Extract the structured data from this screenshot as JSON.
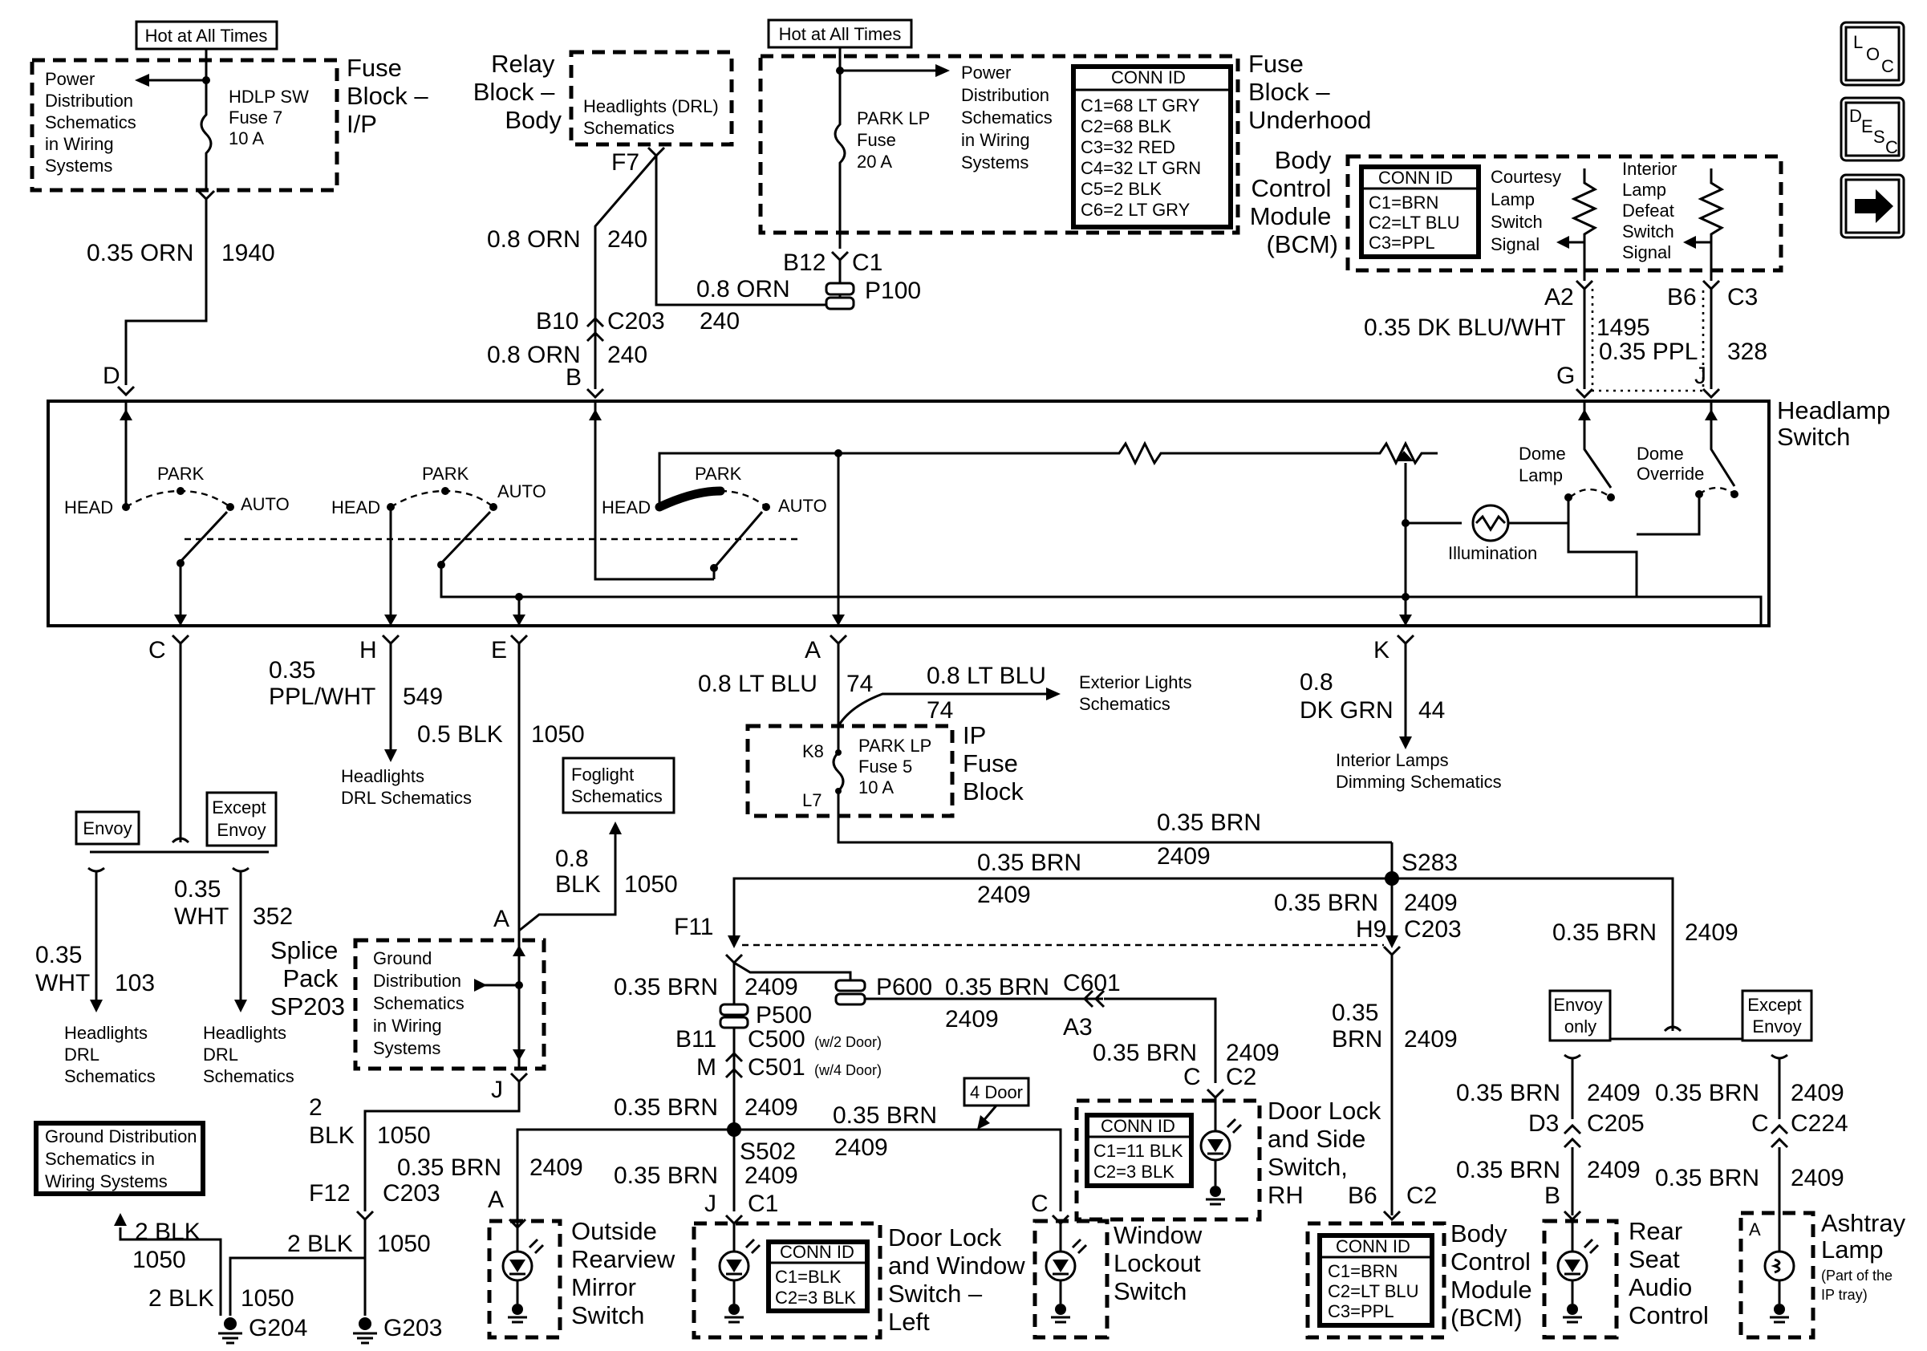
{
  "labels": {
    "hot1": "Hot at All Times",
    "hot2": "Hot at All Times",
    "pds1": [
      "Power",
      "Distribution",
      "Schematics",
      "in Wiring",
      "Systems"
    ],
    "hdlp_fuse": [
      "HDLP SW",
      "Fuse 7",
      "10 A"
    ],
    "fuse_ip": [
      "Fuse",
      "Block –",
      "I/P"
    ],
    "relay_block": [
      "Relay",
      "Block –",
      "Body"
    ],
    "headlights_drl": [
      "Headlights (DRL)",
      "Schematics"
    ],
    "park_fuse": [
      "PARK LP",
      "Fuse",
      "20 A"
    ],
    "pds2": [
      "Power",
      "Distribution",
      "Schematics",
      "in Wiring",
      "Systems"
    ],
    "conn1": [
      "CONN ID",
      "C1=68 LT GRY",
      "C2=68 BLK",
      "C3=32 RED",
      "C4=32 LT GRN",
      "C5=2 BLK",
      "C6=2 LT GRY"
    ],
    "fuse_uh": [
      "Fuse",
      "Block –",
      "Underhood"
    ],
    "bcm_top": [
      "Body",
      "Control",
      "Module",
      "(BCM)"
    ],
    "bcm_conn": [
      "CONN ID",
      "C1=BRN",
      "C2=LT BLU",
      "C3=PPL"
    ],
    "courtesy": [
      "Courtesy",
      "Lamp",
      "Switch",
      "Signal"
    ],
    "interior": [
      "Interior",
      "Lamp",
      "Defeat",
      "Switch",
      "Signal"
    ],
    "headlamp_switch": [
      "Headlamp",
      "Switch"
    ],
    "w1940_gauge": "0.35 ORN",
    "w1940_circuit": "1940",
    "f7": "F7",
    "w240a_gauge": "0.8 ORN",
    "w240a_circuit": "240",
    "b12": "B12",
    "c1_top": "C1",
    "w240b_gauge": "0.8 ORN",
    "w240b_circuit": "240",
    "p100": "P100",
    "b10": "B10",
    "c203_top": "C203",
    "w240c_gauge": "0.8 ORN",
    "w240c_circuit": "240",
    "pin_a2": "A2",
    "pin_b6_top": "B6",
    "pin_c3": "C3",
    "w1495_gauge": "0.35 DK BLU/WHT",
    "w1495_circuit": "1495",
    "w328_gauge": "0.35 PPL",
    "w328_circuit": "328",
    "pin_d": "D",
    "pin_b": "B",
    "pin_g": "G",
    "pin_j": "J",
    "park1": "PARK",
    "head1": "HEAD",
    "auto1": "AUTO",
    "park2": "PARK",
    "head2": "HEAD",
    "auto2": "AUTO",
    "park3": "PARK",
    "head3": "HEAD",
    "auto3": "AUTO",
    "dome_lamp": [
      "Dome",
      "Lamp"
    ],
    "dome_override": [
      "Dome",
      "Override"
    ],
    "illumination": "Illumination",
    "pin_c": "C",
    "pin_h": "H",
    "pin_e": "E",
    "pin_a": "A",
    "pin_k": "K",
    "w549_gauge": [
      "0.35",
      "PPL/WHT"
    ],
    "w549_circuit": "549",
    "drl_sch": [
      "Headlights",
      "DRL Schematics"
    ],
    "w1050a_gauge": "0.5 BLK",
    "w1050a_circuit": "1050",
    "w74a_gauge": "0.8 LT BLU",
    "w74a_circuit": "74",
    "w74b_gauge": "0.8 LT BLU",
    "w74b_circuit": "74",
    "ext_lights": [
      "Exterior Lights",
      "Schematics"
    ],
    "k8": "K8",
    "l7": "L7",
    "park_fuse5": [
      "PARK LP",
      "Fuse 5",
      "10 A"
    ],
    "ip_fuse": [
      "IP",
      "Fuse",
      "Block"
    ],
    "w44_gauge": [
      "0.8",
      "DK GRN"
    ],
    "w44_circuit": "44",
    "int_lamps": [
      "Interior Lamps",
      "Dimming Schematics"
    ],
    "envoy": "Envoy",
    "except_envoy": [
      "Except",
      "Envoy"
    ],
    "foglight": [
      "Foglight",
      "Schematics"
    ],
    "w1050b_gauge": [
      "0.8",
      "BLK"
    ],
    "w1050b_circuit": "1050",
    "w352_gauge": [
      "0.35",
      "WHT"
    ],
    "w352_circuit": "352",
    "w103_gauge": [
      "0.35",
      "WHT"
    ],
    "w103_circuit": "103",
    "drl_103": [
      "Headlights",
      "DRL",
      "Schematics"
    ],
    "drl_352": [
      "Headlights",
      "DRL",
      "Schematics"
    ],
    "splice_pack": [
      "Splice",
      "Pack",
      "SP203"
    ],
    "pin_a_splice": "A",
    "ground_dist": [
      "Ground",
      "Distribution",
      "Schematics",
      "in Wiring",
      "Systems"
    ],
    "pin_j_splice": "J",
    "w2409_a_gauge": "0.35 BRN",
    "w2409_a_circuit": "2409",
    "w2409_b_gauge": "0.35 BRN",
    "w2409_b_circuit": "2409",
    "s283": "S283",
    "w2409_c_gauge": "0.35 BRN",
    "w2409_c_circuit": "2409",
    "h9": "H9",
    "c203_mid": "C203",
    "w2409_d_gauge": "0.35 BRN",
    "w2409_d_circuit": "2409",
    "f11": "F11",
    "w2409_e_gauge": "0.35 BRN",
    "w2409_e_circuit": "2409",
    "p600": "P600",
    "w2409_f_gauge": "0.35 BRN",
    "w2409_f_circuit": "2409",
    "c601": "C601",
    "a3": "A3",
    "p500": "P500",
    "b11": "B11",
    "c500": "C500",
    "c500_note": "(w/2 Door)",
    "m": "M",
    "c501": "C501",
    "c501_note": "(w/4 Door)",
    "w2409_g_gauge": "0.35 BRN",
    "w2409_g_circuit": "2409",
    "pin_c_dl": "C",
    "c2_dl": "C2",
    "w2409_h_gauge": [
      "0.35",
      "BRN"
    ],
    "w2409_h_circuit": "2409",
    "envoy_only": [
      "Envoy",
      "only"
    ],
    "except_envoy2": [
      "Except",
      "Envoy"
    ],
    "w1050c_gauge": [
      "2",
      "BLK"
    ],
    "w1050c_circuit": "1050",
    "w2409_i_gauge": "0.35 BRN",
    "w2409_i_circuit": "2409",
    "s502": "S502",
    "w2409_j_gauge": "0.35 BRN",
    "w2409_j_circuit": "2409",
    "four_door": "4 Door",
    "w2409_k_gauge": "0.35 BRN",
    "w2409_k_circuit": "2409",
    "conn_dl": [
      "CONN ID",
      "C1=11 BLK",
      "C2=3 BLK"
    ],
    "door_lock_rh": [
      "Door Lock",
      "and Side",
      "Switch,",
      "RH"
    ],
    "gd_box": [
      "Ground Distribution",
      "Schematics in",
      "Wiring Systems"
    ],
    "pin_a_mir": "A",
    "w2409_l_gauge": "0.35 BRN",
    "w2409_l_circuit": "2409",
    "pin_j_dw": "J",
    "c1_dw": "C1",
    "w2409_m_gauge": "0.35 BRN",
    "w2409_m_circuit": "2409",
    "pin_c_wl": "C",
    "f12": "F12",
    "c203_low": "C203",
    "w2409_n_gauge": "0.35 BRN",
    "w2409_n_circuit": "2409",
    "w2409_o_gauge": "0.35 BRN",
    "w2409_o_circuit": "2409",
    "d3": "D3",
    "c205": "C205",
    "pin_c_ash": "C",
    "c224": "C224",
    "w2409_p_gauge": "0.35 BRN",
    "w2409_p_circuit": "2409",
    "w2409_q_gauge": "0.35 BRN",
    "w2409_q_circuit": "2409",
    "pin_b_rsa": "B",
    "pin_b6_low": "B6",
    "c2_low": "C2",
    "w1050d_gauge": "2 BLK",
    "w1050d_circuit": "1050",
    "w1050e_gauge": "2 BLK",
    "w1050e_circuit": "1050",
    "w1050f_gauge": "2 BLK",
    "w1050f_circuit": "1050",
    "g204": "G204",
    "g203": "G203",
    "outside_mirror": [
      "Outside",
      "Rearview",
      "Mirror",
      "Switch"
    ],
    "conn_dw": [
      "CONN ID",
      "C1=BLK",
      "C2=3 BLK"
    ],
    "door_lock_left": [
      "Door Lock",
      "and Window",
      "Switch –",
      "Left"
    ],
    "window_lockout": [
      "Window",
      "Lockout",
      "Switch"
    ],
    "conn_bcm_low": [
      "CONN ID",
      "C1=BRN",
      "C2=LT BLU",
      "C3=PPL"
    ],
    "bcm_low": [
      "Body",
      "Control",
      "Module",
      "(BCM)"
    ],
    "rear_seat": [
      "Rear",
      "Seat",
      "Audio",
      "Control"
    ],
    "pin_a_ash": "A",
    "ashtray": [
      "Ashtray",
      "Lamp"
    ],
    "ashtray_note": [
      "(Part of the",
      "IP tray)"
    ],
    "nav_loc": [
      "L",
      "O",
      "C"
    ],
    "nav_desc": [
      "D",
      "E",
      "S",
      "C"
    ]
  }
}
